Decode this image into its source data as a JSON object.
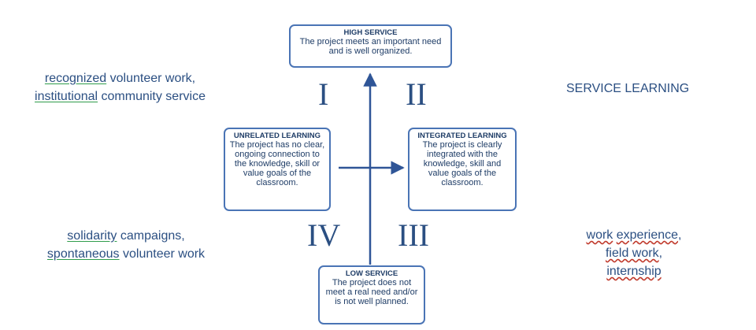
{
  "boxes": {
    "high": {
      "title": "HIGH SERVICE",
      "desc": "The project meets an important need and is well organized."
    },
    "low": {
      "title": "LOW SERVICE",
      "desc": "The project does not meet a real need and/or is not well planned."
    },
    "unrelated": {
      "title": "UNRELATED LEARNING",
      "desc": "The project has no clear, ongoing connection to the knowledge, skill or value goals of the classroom."
    },
    "integrated": {
      "title": "INTEGRATED LEARNING",
      "desc": "The project is clearly integrated with the knowledge, skill and value goals of the classroom."
    }
  },
  "quadrants": {
    "q1": "I",
    "q2": "II",
    "q3": "III",
    "q4": "IV"
  },
  "labels": {
    "top_left": {
      "line1_a": "recognized",
      "line1_b": " volunteer work,",
      "line2_a": "institutional",
      "line2_b": " community service"
    },
    "top_right": "SERVICE LEARNING",
    "bottom_left": {
      "line1_a": "solidarity",
      "line1_b": " campaigns,",
      "line2_a": "spontaneous",
      "line2_b": " volunteer work"
    },
    "bottom_right": {
      "line1_a": "work",
      "line1_b": " ",
      "line1_c": "experience",
      "line1_d": ",",
      "line2_a": "field work",
      "line2_b": ",",
      "line3": "internship"
    }
  },
  "colors": {
    "axis": "#2f5597",
    "text": "#2b4f82",
    "box_border": "#4a74b5"
  }
}
